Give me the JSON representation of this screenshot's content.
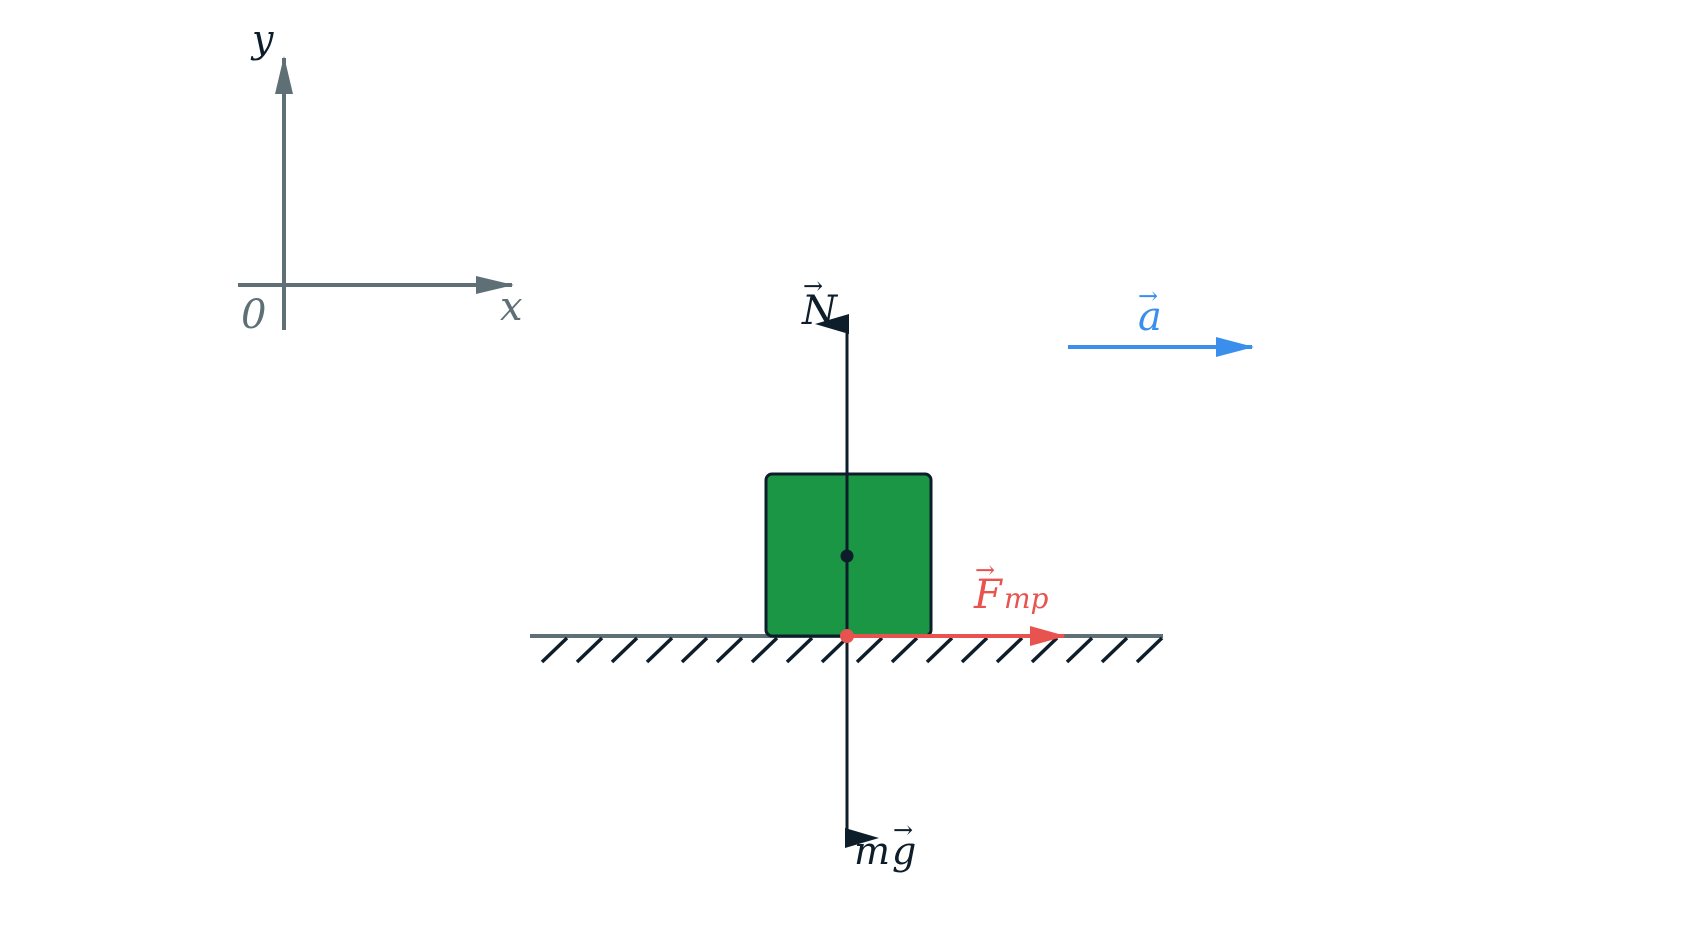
{
  "axes": {
    "origin_label": "0",
    "x_label": "x",
    "y_label": "y"
  },
  "forces": {
    "normal": {
      "letter": "N"
    },
    "gravity": {
      "prefix": "m",
      "letter": "g"
    },
    "friction": {
      "letter": "F",
      "subscript": "mp"
    }
  },
  "acceleration": {
    "letter": "a"
  },
  "colors": {
    "axes": "#5e6f76",
    "vector": "#0d1d2a",
    "block_fill": "#1b9645",
    "block_stroke": "#0d1d2a",
    "friction": "#e8524f",
    "acceleration": "#3a8fec",
    "ground": "#5e6f76",
    "hatch": "#0d1d2a"
  }
}
